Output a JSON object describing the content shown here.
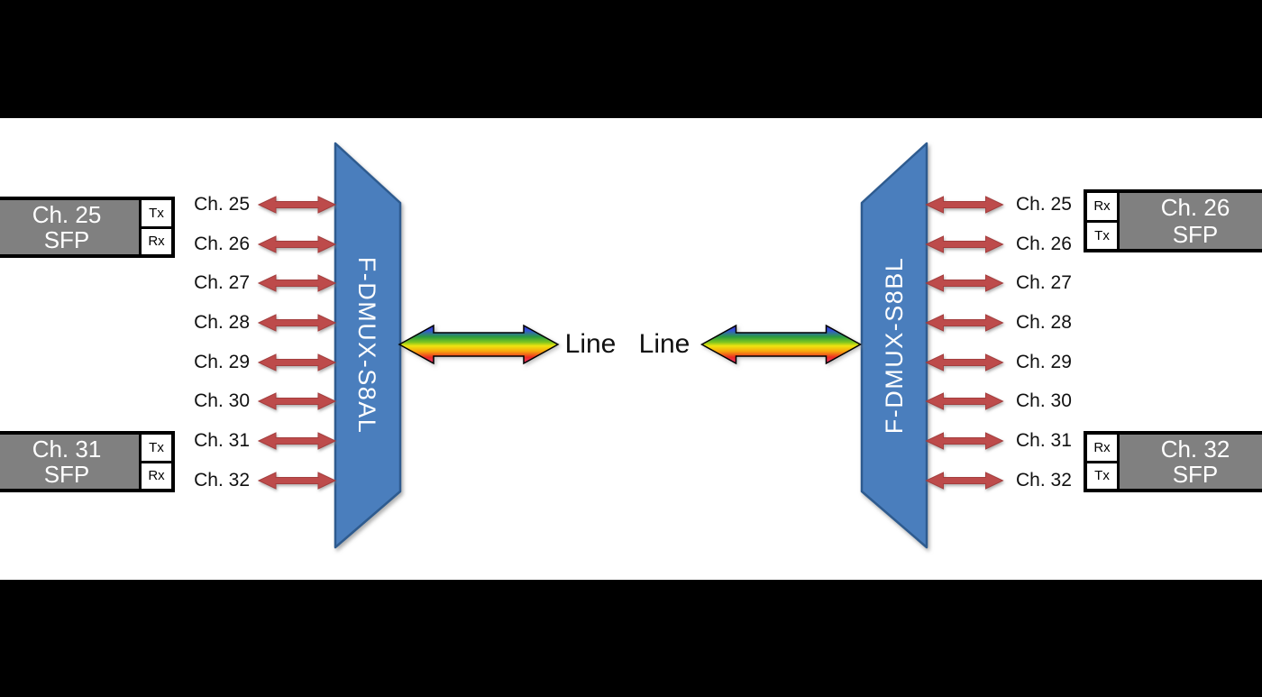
{
  "devices": {
    "left": {
      "label": "F-DMUX-S8AL"
    },
    "right": {
      "label": "F-DMUX-S8BL"
    }
  },
  "line_labels": {
    "left": "Line",
    "right": "Line"
  },
  "channels_left": [
    "Ch. 25",
    "Ch. 26",
    "Ch. 27",
    "Ch. 28",
    "Ch. 29",
    "Ch. 30",
    "Ch. 31",
    "Ch. 32"
  ],
  "channels_right": [
    "Ch. 25",
    "Ch. 26",
    "Ch. 27",
    "Ch. 28",
    "Ch. 29",
    "Ch. 30",
    "Ch. 31",
    "Ch. 32"
  ],
  "sfp_modules": {
    "left_top": {
      "channel": "Ch. 25",
      "label": "SFP",
      "top_port": "Tx",
      "bottom_port": "Rx"
    },
    "left_bottom": {
      "channel": "Ch. 31",
      "label": "SFP",
      "top_port": "Tx",
      "bottom_port": "Rx"
    },
    "right_top": {
      "channel": "Ch. 26",
      "label": "SFP",
      "top_port": "Rx",
      "bottom_port": "Tx"
    },
    "right_bottom": {
      "channel": "Ch. 32",
      "label": "SFP",
      "top_port": "Rx",
      "bottom_port": "Tx"
    }
  },
  "colors": {
    "background": "#000000",
    "canvas": "#FFFFFF",
    "device_fill": "#4A7EBD",
    "device_border": "#2E5B8F",
    "channel_arrow": "#BD4B4B",
    "channel_arrow_border": "#A43E3E",
    "sfp_fill": "#808080",
    "sfp_border": "#000000",
    "rainbow_stops": [
      "#3D2EC4",
      "#3457D8",
      "#2C9C3F",
      "#7DC520",
      "#EFE410",
      "#F6A70D",
      "#ED2E24",
      "#E73276"
    ]
  }
}
